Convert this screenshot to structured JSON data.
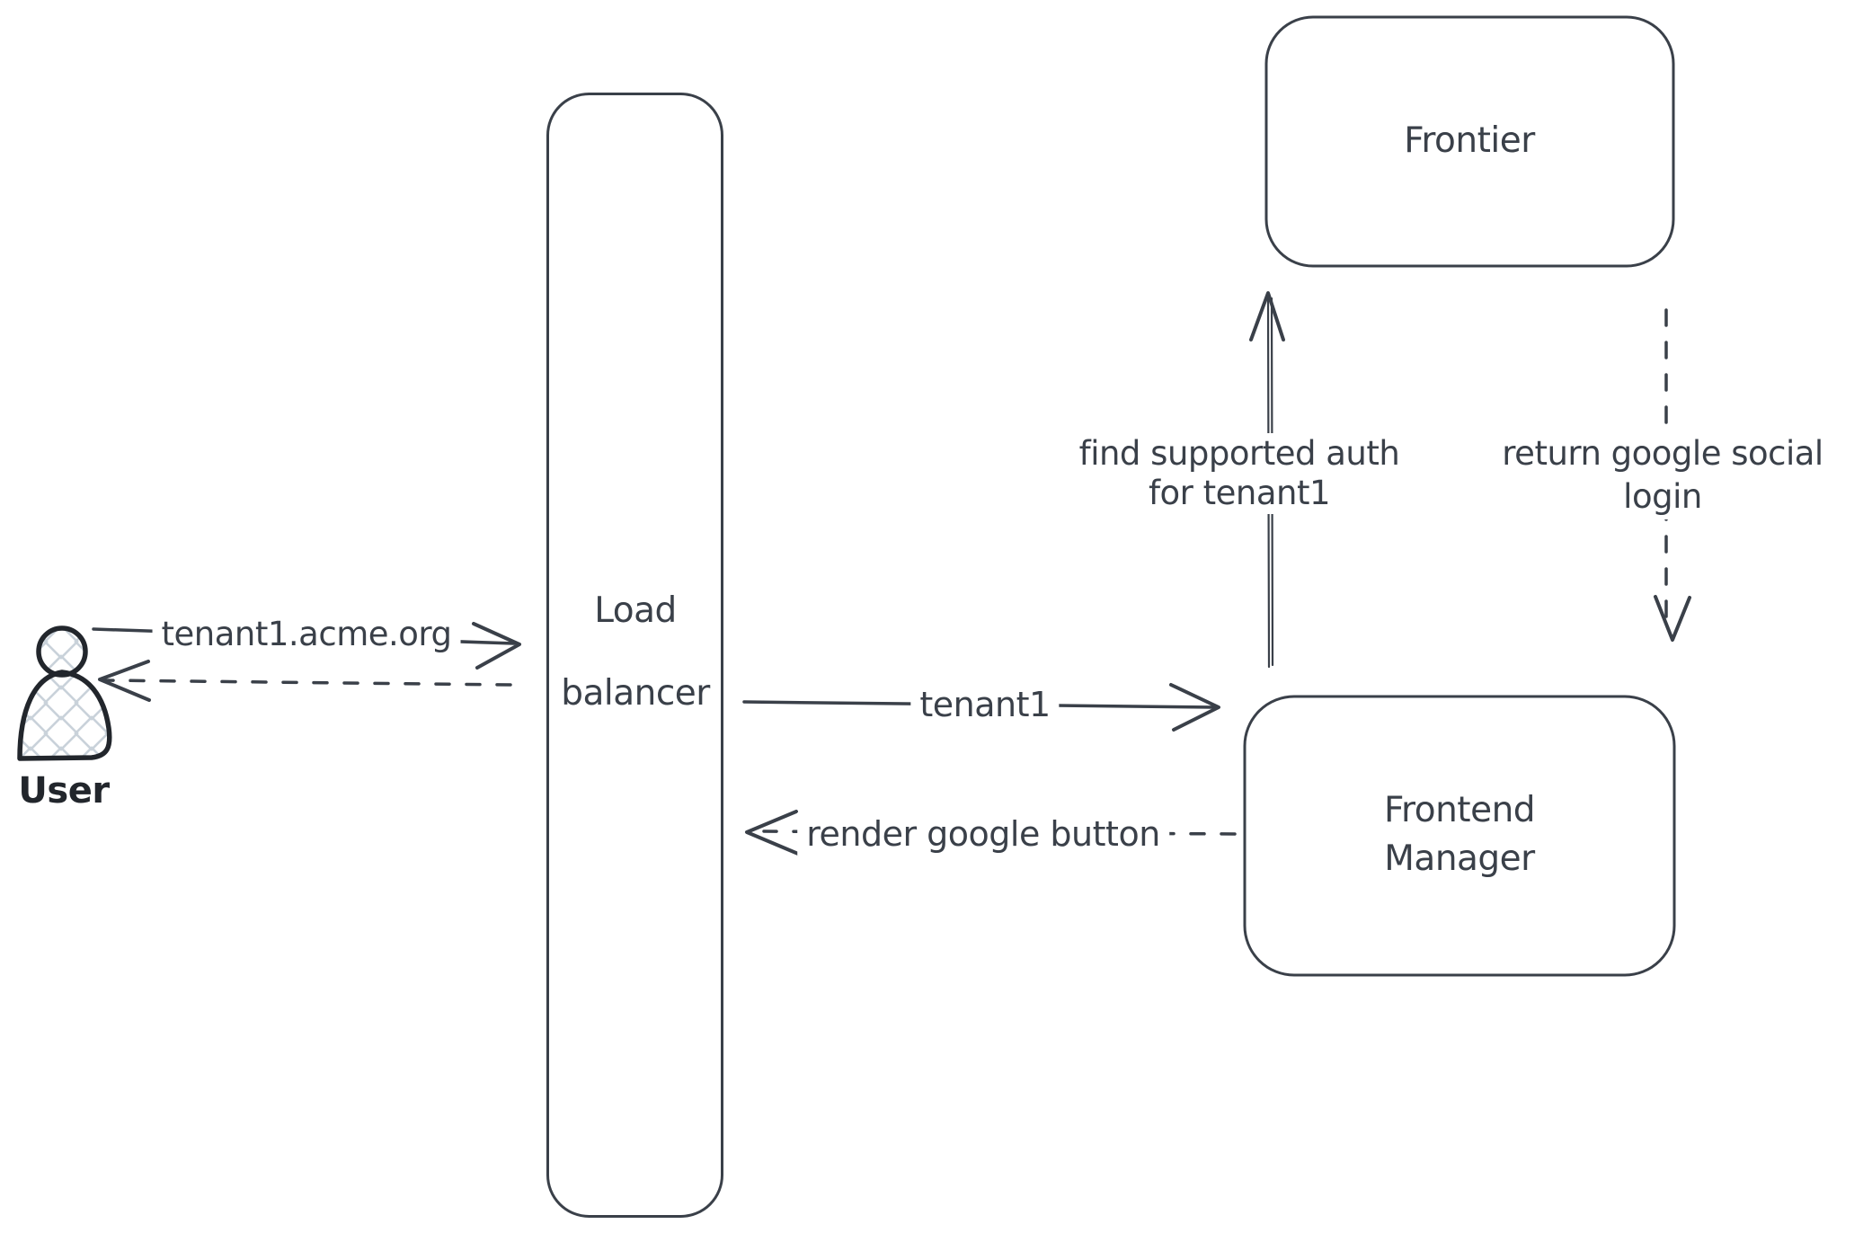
{
  "theme": {
    "background": "#ffffff",
    "stroke": "#3a4049",
    "user_stroke": "#22262c",
    "hatch_fill": "#c9d2da"
  },
  "nodes": {
    "user": {
      "label": "User"
    },
    "load_balancer": {
      "line1": "Load",
      "line2": "balancer"
    },
    "frontier": {
      "label": "Frontier"
    },
    "frontend_manager": {
      "line1": "Frontend",
      "line2": "Manager"
    }
  },
  "arrows": {
    "request_domain": {
      "label": "tenant1.acme.org",
      "style": "solid",
      "from": "user",
      "to": "load_balancer"
    },
    "response_to_user": {
      "label": "",
      "style": "dashed",
      "from": "load_balancer",
      "to": "user"
    },
    "forward_tenant": {
      "label": "tenant1",
      "style": "solid",
      "from": "load_balancer",
      "to": "frontend_manager"
    },
    "render_google_button": {
      "label": "render google button",
      "style": "dashed",
      "from": "frontend_manager",
      "to": "load_balancer"
    },
    "find_supported_auth": {
      "line1": "find supported auth",
      "line2": "for tenant1",
      "style": "solid",
      "from": "frontend_manager",
      "to": "frontier"
    },
    "return_google_social_login": {
      "line1": "return google social",
      "line2": "login",
      "style": "dashed",
      "from": "frontier",
      "to": "frontend_manager"
    }
  }
}
